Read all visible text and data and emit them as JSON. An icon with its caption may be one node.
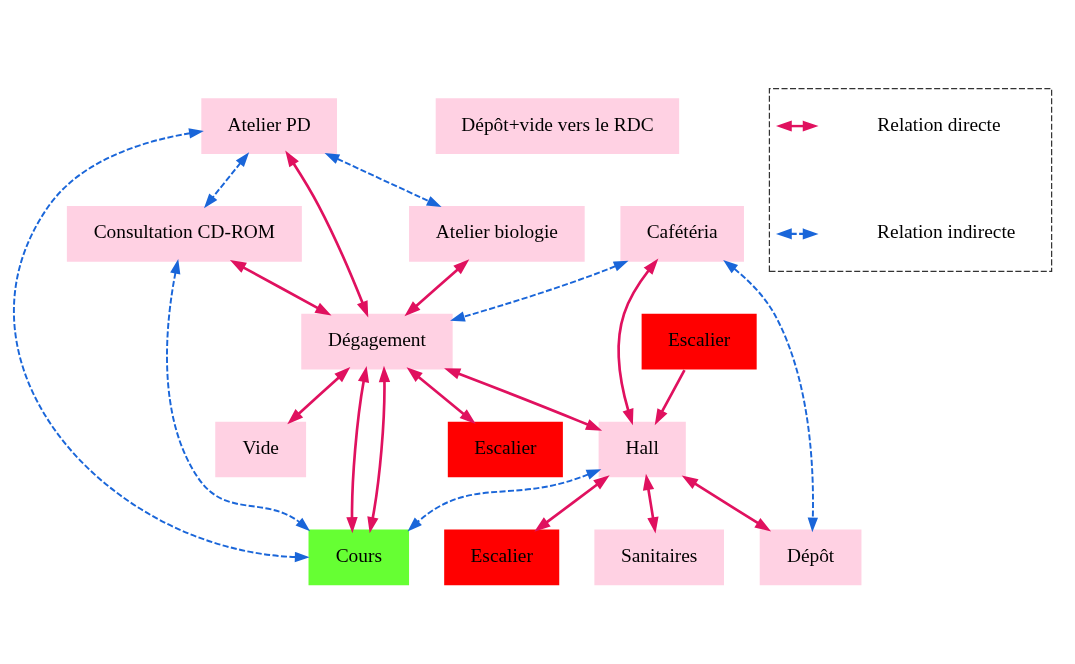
{
  "diagram": {
    "nodes": [
      {
        "text": [
          "Atelier PD"
        ]
      },
      {
        "text": [
          "Dépôt+vide vers le RDC"
        ]
      },
      {
        "text": [
          "Atelier biologie"
        ]
      },
      {
        "text": [
          "Dégagement"
        ]
      },
      {
        "text": [
          "Escalier"
        ]
      },
      {
        "text": [
          "Vide"
        ]
      },
      {
        "text": [
          "Cours"
        ]
      },
      {
        "text": [
          "Consultation CD-ROM"
        ]
      },
      {
        "text": [
          "Hall"
        ]
      },
      {
        "text": [
          "Cafétéria"
        ]
      },
      {
        "text": [
          "Escalier"
        ]
      },
      {
        "text": [
          "Dépôt"
        ]
      },
      {
        "text": [
          "Escalier"
        ]
      },
      {
        "text": [
          "Sanitaires"
        ]
      },
      {
        "text": [],
        "shape": "box"
      }
    ],
    "edges": [
      {
        "from": 0,
        "to": 3,
        "arrow": "both"
      },
      {
        "from": 2,
        "to": 3,
        "arrow": "both"
      },
      {
        "from": 3,
        "to": 5,
        "arrow": "both"
      },
      {
        "from": 3,
        "to": 4,
        "arrow": "both"
      },
      {
        "from": 3,
        "to": 6,
        "arrow": "both"
      },
      {
        "from": 7,
        "to": 3,
        "arrow": "both"
      },
      {
        "from": 3,
        "to": 6,
        "arrow": "both"
      },
      {
        "from": 3,
        "to": 8,
        "arrow": "both"
      },
      {
        "from": 9,
        "to": 8,
        "arrow": "both"
      },
      {
        "from": 8,
        "to": 11,
        "arrow": "both"
      },
      {
        "from": 8,
        "to": 10,
        "arrow": "both"
      },
      {
        "from": 12,
        "to": 8,
        "arrow": "to"
      },
      {
        "from": 8,
        "to": 13,
        "arrow": "both"
      },
      {
        "from": 0,
        "to": 2,
        "arrow": "both",
        "style": "dashed",
        "color": "#1a66d9"
      },
      {
        "from": 0,
        "to": 7,
        "arrow": "both",
        "style": "dashed",
        "color": "#1a66d9"
      },
      {
        "from": 0,
        "to": 6,
        "arrow": "both",
        "style": "dashed",
        "color": "#1a66d9"
      },
      {
        "from": 7,
        "to": 6,
        "arrow": "both",
        "style": "dashed",
        "color": "#1a66d9"
      },
      {
        "from": 9,
        "to": 3,
        "arrow": "both",
        "style": "dashed",
        "color": "#1a66d9"
      },
      {
        "from": 8,
        "to": 6,
        "arrow": "both",
        "style": "dashed",
        "color": "#1a66d9"
      },
      {
        "from": 9,
        "to": 11,
        "arrow": "both",
        "style": "dashed",
        "color": "#1a66d9"
      }
    ],
    "legend": [
      {
        "text": "Relation directe"
      },
      {
        "text": "Relation indirecte"
      }
    ]
  }
}
